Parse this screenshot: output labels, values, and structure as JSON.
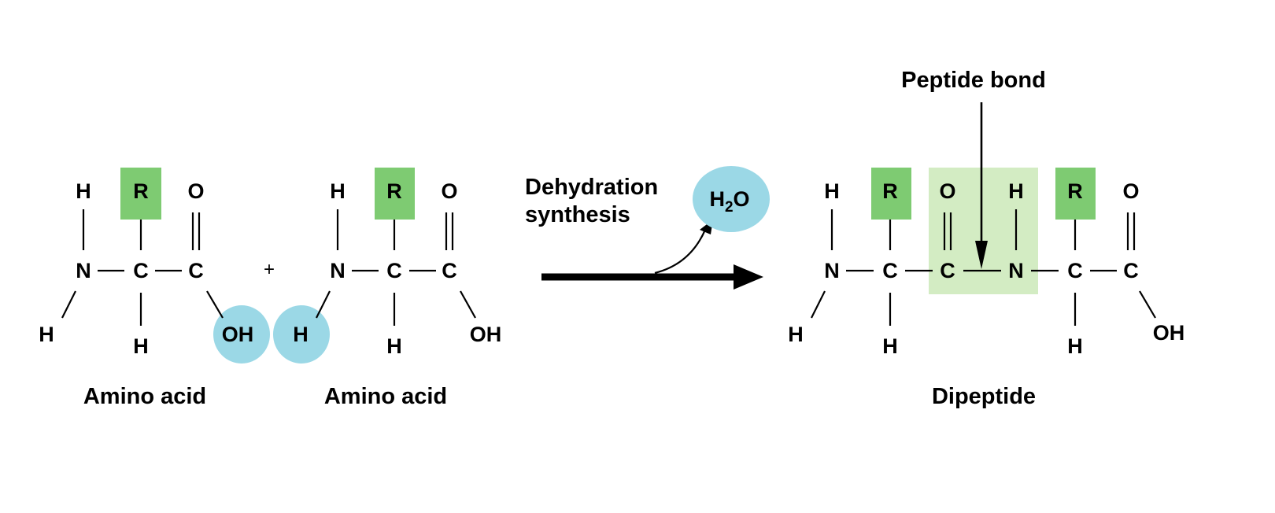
{
  "colors": {
    "r_group": "#7ecb72",
    "water_highlight": "#9bd8e6",
    "peptide_highlight": "#d3ecc3",
    "ink": "#000000"
  },
  "amino_acid_1": {
    "top_h": "H",
    "r": "R",
    "o": "O",
    "n": "N",
    "c_alpha": "C",
    "c_carbonyl": "C",
    "n_h": "H",
    "bottom_h": "H",
    "oh": "OH",
    "label": "Amino acid"
  },
  "plus": "+",
  "amino_acid_2": {
    "top_h": "H",
    "r": "R",
    "o": "O",
    "n_h_highlight": "H",
    "n": "N",
    "c_alpha": "C",
    "c_carbonyl": "C",
    "bottom_h": "H",
    "oh": "OH",
    "label": "Amino acid"
  },
  "reaction": {
    "label_line1": "Dehydration",
    "label_line2": "synthesis",
    "water": {
      "h": "H",
      "sub": "2",
      "o": "O"
    }
  },
  "dipeptide": {
    "peptide_bond_label": "Peptide bond",
    "top_h1": "H",
    "r1": "R",
    "o1": "O",
    "top_h2": "H",
    "r2": "R",
    "o2": "O",
    "n1": "N",
    "c1": "C",
    "c2": "C",
    "n2": "N",
    "c3": "C",
    "c4": "C",
    "n_h": "H",
    "bottom_h1": "H",
    "bottom_h2": "H",
    "oh": "OH",
    "label": "Dipeptide"
  }
}
